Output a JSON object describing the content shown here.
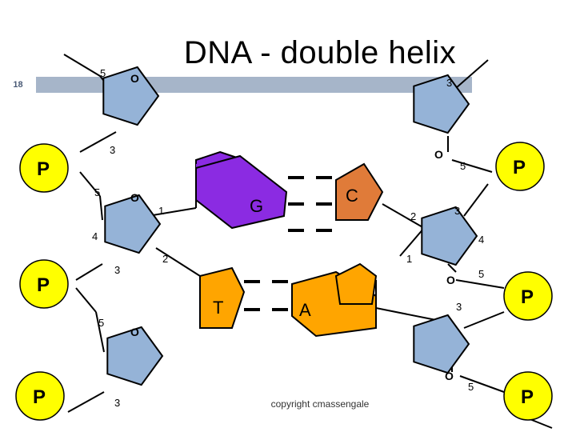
{
  "slide": {
    "title": "DNA - double helix",
    "slide_number": "18",
    "copyright": "copyright cmassengale"
  },
  "colors": {
    "sugar": "#95b3d7",
    "phosphate": "#ffff00",
    "guanine": "#8b2be2",
    "cytosine": "#e07b39",
    "thymine": "#ffa500",
    "adenine": "#ffa500",
    "header_bar": "#a6b5c9"
  },
  "phosphate_label": "P",
  "oxygen_label": "O",
  "bases": {
    "guanine": "G",
    "cytosine": "C",
    "thymine": "T",
    "adenine": "A"
  },
  "carbon_labels": [
    "1",
    "2",
    "3",
    "4",
    "5"
  ]
}
